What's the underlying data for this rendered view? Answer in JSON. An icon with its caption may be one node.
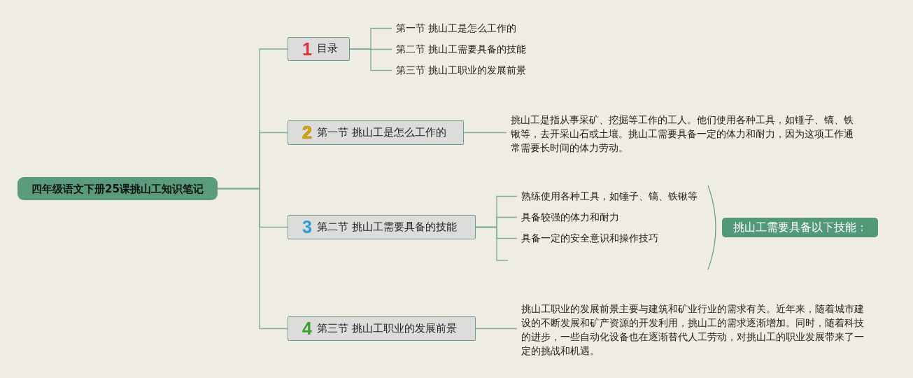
{
  "diagram": {
    "nodes": [
      {
        "text": [
          "四年级语文下册25课挑山工知识笔记"
        ]
      },
      {
        "text": [
          "1",
          "目录"
        ]
      },
      {
        "text": [
          "第一节 挑山工是怎么工作的"
        ]
      },
      {
        "text": [
          "第二节 挑山工需要具备的技能"
        ]
      },
      {
        "text": [
          "第三节 挑山工职业的发展前景"
        ]
      },
      {
        "text": [
          "2",
          "第一节 挑山工是怎么工作的"
        ]
      },
      {
        "text": [
          "挑山工是指从事采矿、挖掘等工作的工人。他们使用各种工具，如锤子、镐、铁锹等，去开采山石或土壤。挑山工需要具备一定的体力和耐力，因为这项工作通常需要长时间的体力劳动。"
        ]
      },
      {
        "text": [
          "3",
          "第二节 挑山工需要具备的技能"
        ]
      },
      {
        "text": [
          "熟练使用各种工具，如锤子、镐、铁锹等"
        ]
      },
      {
        "text": [
          "具备较强的体力和耐力"
        ]
      },
      {
        "text": [
          "具备一定的安全意识和操作技巧"
        ]
      },
      {
        "text": [
          "挑山工需要具备以下技能："
        ]
      },
      {
        "text": [
          "4",
          "第三节 挑山工职业的发展前景"
        ]
      },
      {
        "text": [
          "挑山工职业的发展前景主要与建筑和矿业行业的需求有关。近年来，随着城市建设的不断发展和矿产资源的开发利用，挑山工的需求逐渐增加。同时，随着科技的进步，一些自动化设备也在逐渐替代人工劳动，对挑山工的职业发展带来了一定的挑战和机遇。"
        ]
      }
    ],
    "edges": [
      {
        "from": 0,
        "to": 1,
        "arrow": "none"
      },
      {
        "from": 0,
        "to": 5,
        "arrow": "none"
      },
      {
        "from": 0,
        "to": 7,
        "arrow": "none"
      },
      {
        "from": 0,
        "to": 12,
        "arrow": "none"
      },
      {
        "from": 1,
        "to": 2,
        "arrow": "none"
      },
      {
        "from": 1,
        "to": 3,
        "arrow": "none"
      },
      {
        "from": 1,
        "to": 4,
        "arrow": "none"
      },
      {
        "from": 5,
        "to": 6,
        "arrow": "none"
      },
      {
        "from": 7,
        "to": 8,
        "arrow": "none"
      },
      {
        "from": 7,
        "to": 9,
        "arrow": "none"
      },
      {
        "from": 7,
        "to": 10,
        "arrow": "none"
      },
      {
        "from": 7,
        "to": null,
        "arrow": "none"
      },
      {
        "from": 12,
        "to": 13,
        "arrow": "none"
      }
    ]
  }
}
